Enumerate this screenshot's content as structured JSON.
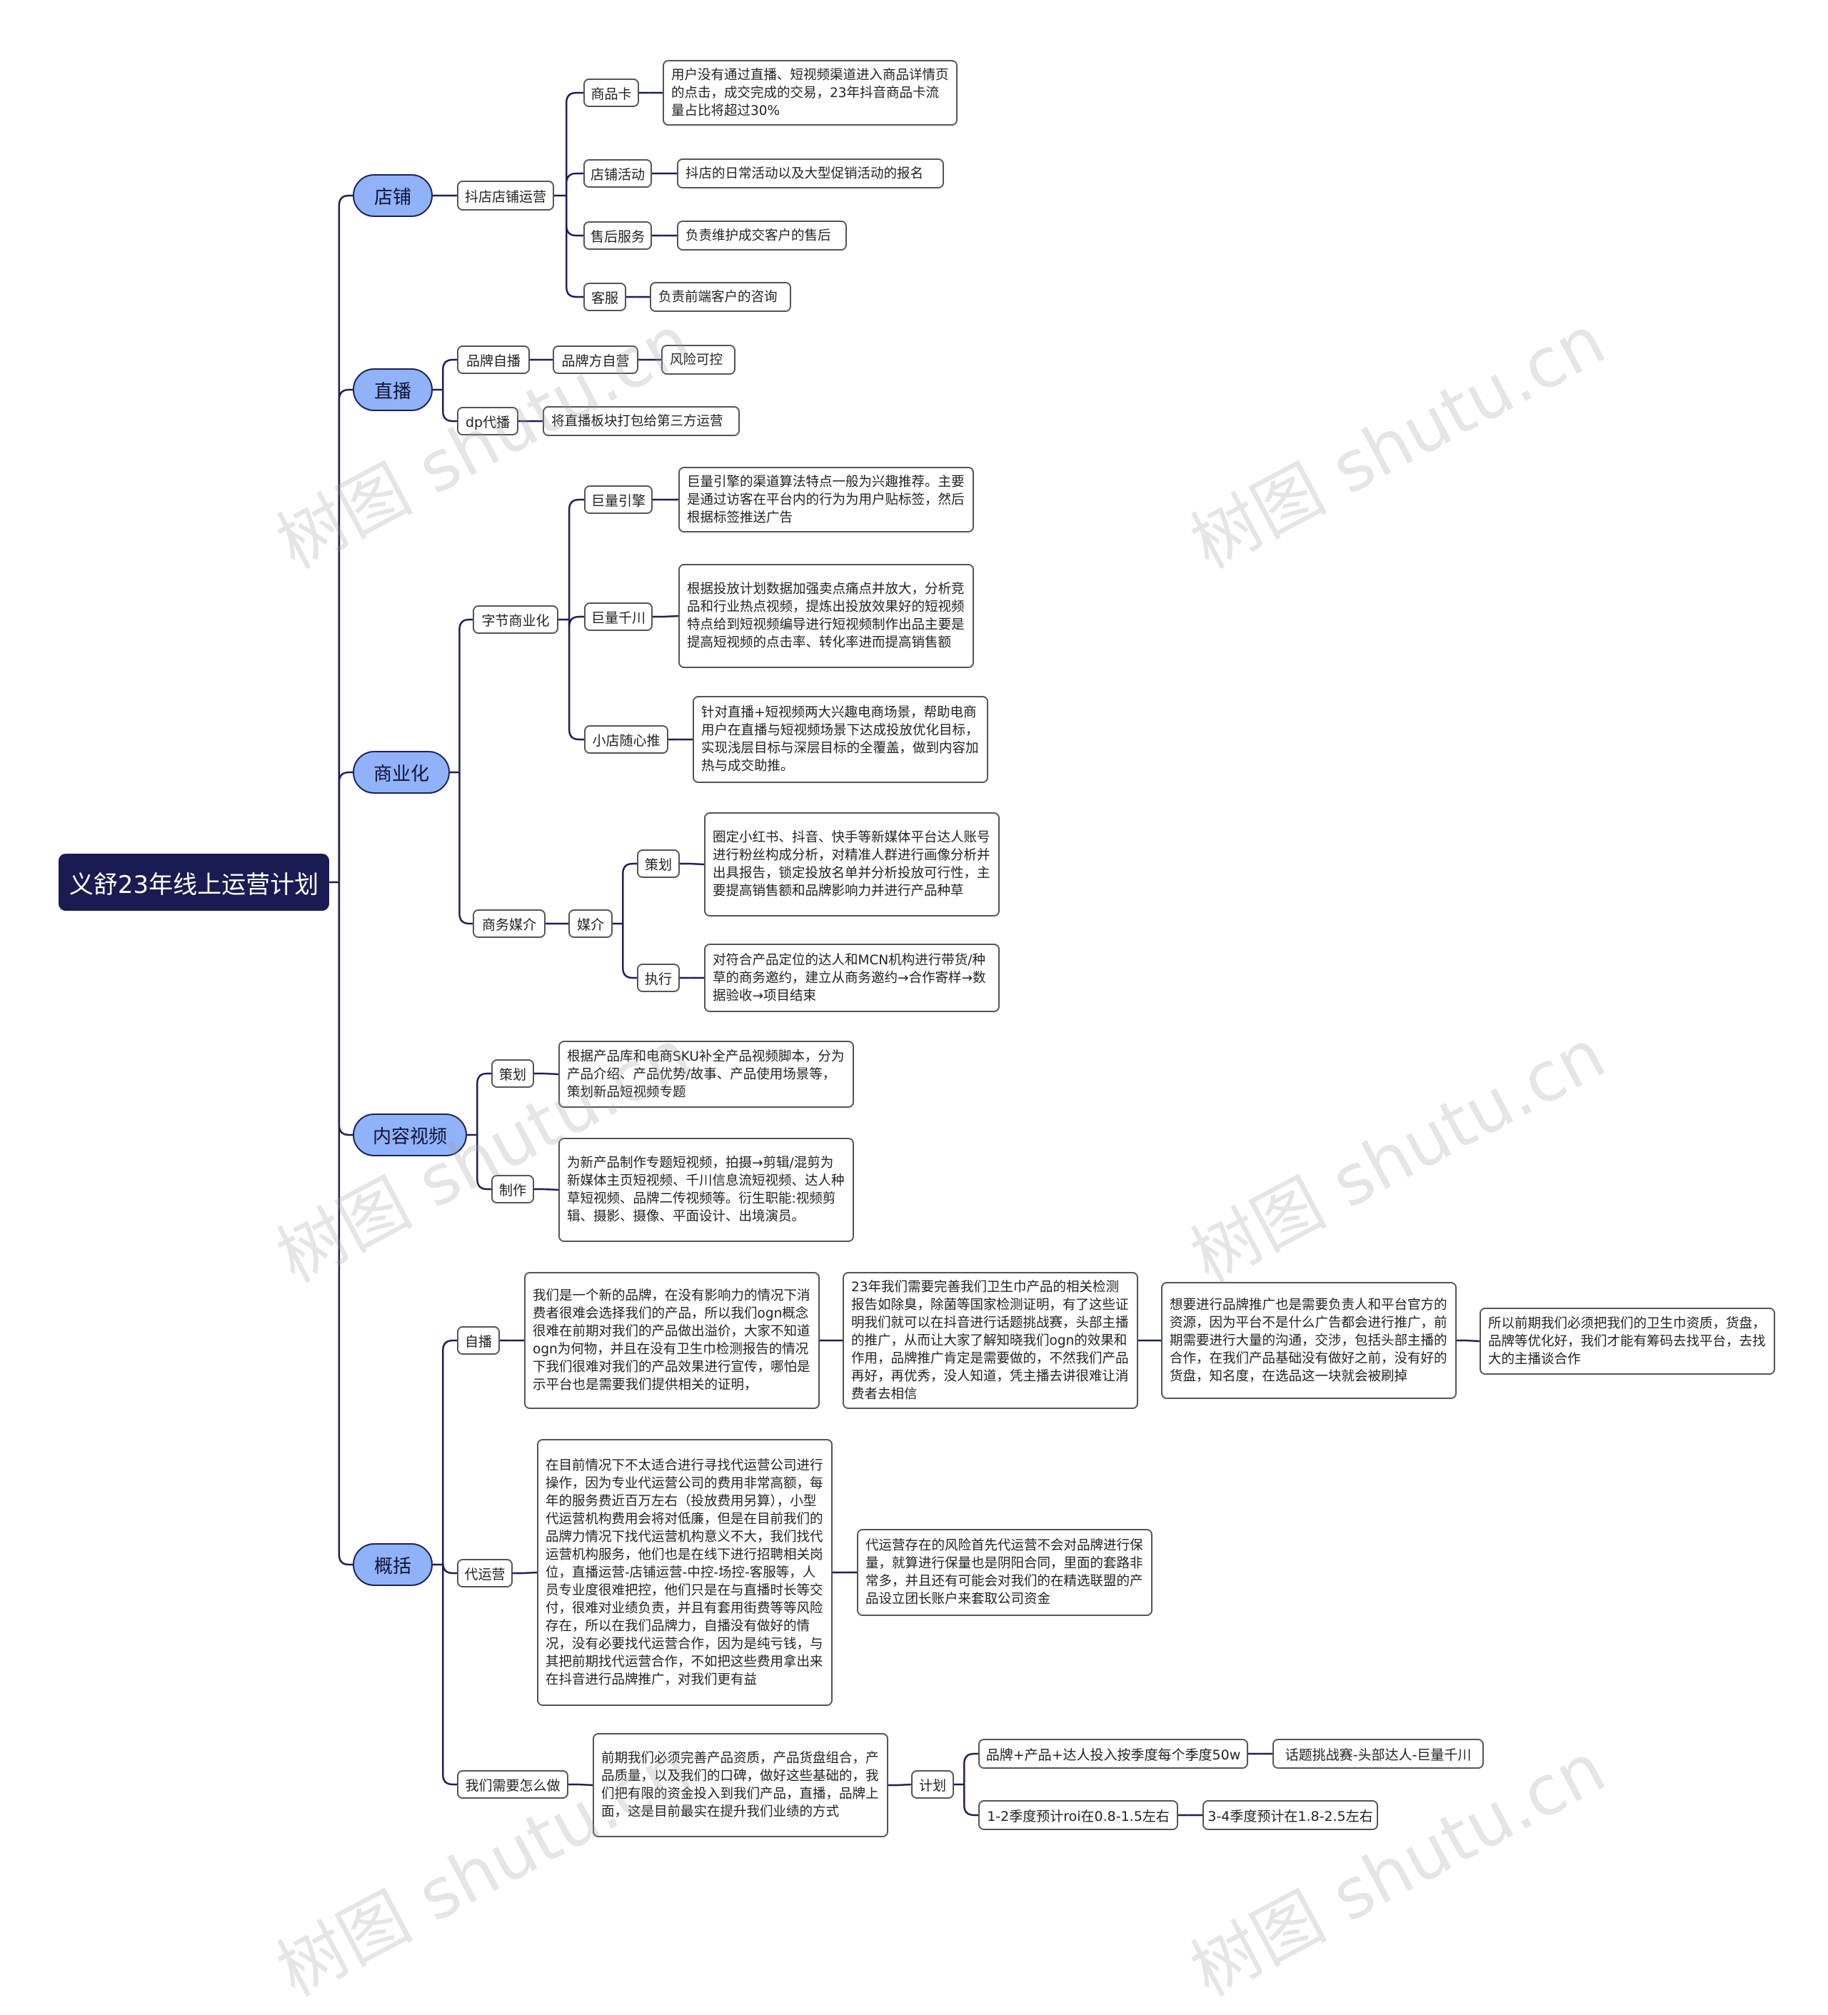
{
  "root": "义舒23年线上运营计划",
  "branches": {
    "shop": {
      "label": "店铺",
      "sub": "抖店店铺运营",
      "items": [
        {
          "label": "商品卡",
          "desc": "用户没有通过直播、短视频渠道进入商品详情页的点击，成交完成的交易，23年抖音商品卡流量占比将超过30%"
        },
        {
          "label": "店铺活动",
          "desc": "抖店的日常活动以及大型促销活动的报名"
        },
        {
          "label": "售后服务",
          "desc": "负责维护成交客户的售后"
        },
        {
          "label": "客服",
          "desc": "负责前端客户的咨询"
        }
      ]
    },
    "live": {
      "label": "直播",
      "self": {
        "label": "品牌自播",
        "mid": "品牌方自营",
        "desc": "风险可控"
      },
      "dp": {
        "label": "dp代播",
        "desc": "将直播板块打包给第三方运营"
      }
    },
    "biz": {
      "label": "商业化",
      "bytes": {
        "label": "字节商业化",
        "items": [
          {
            "label": "巨量引擎",
            "desc": "巨量引擎的渠道算法特点一般为兴趣推荐。主要是通过访客在平台内的行为为用户贴标签，然后根据标签推送广告"
          },
          {
            "label": "巨量千川",
            "desc": "根据投放计划数据加强卖点痛点并放大，分析竞品和行业热点视频，提炼出投放效果好的短视频特点给到短视频编导进行短视频制作出品主要是提高短视频的点击率、转化率进而提高销售额"
          },
          {
            "label": "小店随心推",
            "desc": "针对直播+短视频两大兴趣电商场景，帮助电商用户在直播与短视频场景下达成投放优化目标，实现浅层目标与深层目标的全覆盖，做到内容加热与成交助推。"
          }
        ]
      },
      "media": {
        "label": "商务媒介",
        "sub": "媒介",
        "items": [
          {
            "label": "策划",
            "desc": "圈定小红书、抖音、快手等新媒体平台达人账号进行粉丝构成分析，对精准人群进行画像分析并出具报告，锁定投放名单并分析投放可行性，主要提高销售额和品牌影响力并进行产品种草"
          },
          {
            "label": "执行",
            "desc": "对符合产品定位的达人和MCN机构进行带货/种草的商务邀约，建立从商务邀约→合作寄样→数据验收→项目结束"
          }
        ]
      }
    },
    "video": {
      "label": "内容视频",
      "items": [
        {
          "label": "策划",
          "desc": "根据产品库和电商SKU补全产品视频脚本，分为产品介绍、产品优势/故事、产品使用场景等，策划新品短视频专题"
        },
        {
          "label": "制作",
          "desc": "为新产品制作专题短视频，拍摄→剪辑/混剪为新媒体主页短视频、千川信息流短视频、达人种草短视频、品牌二传视频等。衍生职能:视频剪辑、摄影、摄像、平面设计、出境演员。"
        }
      ]
    },
    "summary": {
      "label": "概括",
      "self": {
        "label": "自播",
        "chain": [
          "我们是一个新的品牌，在没有影响力的情况下消费者很难会选择我们的产品，所以我们ogn概念很难在前期对我们的产品做出溢价，大家不知道ogn为何物，并且在没有卫生巾检测报告的情况下我们很难对我们的产品效果进行宣传，哪怕是示平台也是需要我们提供相关的证明，",
          "23年我们需要完善我们卫生巾产品的相关检测报告如除臭，除菌等国家检测证明，有了这些证明我们就可以在抖音进行话题挑战赛，头部主播的推广，从而让大家了解知晓我们ogn的效果和作用，品牌推广肯定是需要做的，不然我们产品再好，再优秀，没人知道，凭主播去讲很难让消费者去相信",
          "想要进行品牌推广也是需要负责人和平台官方的资源，因为平台不是什么广告都会进行推广，前期需要进行大量的沟通，交涉，包括头部主播的合作，在我们产品基础没有做好之前，没有好的货盘，知名度，在选品这一块就会被刷掉",
          "所以前期我们必须把我们的卫生巾资质，货盘，品牌等优化好，我们才能有筹码去找平台，去找大的主播谈合作"
        ]
      },
      "agency": {
        "label": "代运营",
        "chain": [
          "在目前情况下不太适合进行寻找代运营公司进行操作，因为专业代运营公司的费用非常高额，每年的服务费近百万左右（投放费用另算），小型代运营机构费用会将对低廉，但是在目前我们的品牌力情况下找代运营机构意义不大，我们找代运营机构服务，他们也是在线下进行招聘相关岗位，直播运营-店铺运营-中控-场控-客服等，人员专业度很难把控，他们只是在与直播时长等交付，很难对业绩负责，并且有套用街费等等风险存在，所以在我们品牌力，自播没有做好的情况，没有必要找代运营合作，因为是纯亏钱，与其把前期找代运营合作，不如把这些费用拿出来在抖音进行品牌推广，对我们更有益",
          "代运营存在的风险首先代运营不会对品牌进行保量，就算进行保量也是阴阳合同，里面的套路非常多，并且还有可能会对我们的在精选联盟的产品设立团长账户来套取公司资金"
        ]
      },
      "todo": {
        "label": "我们需要怎么做",
        "desc": "前期我们必须完善产品资质，产品货盘组合，产品质量，以及我们的口碑，做好这些基础的，我们把有限的资金投入到我们产品，直播，品牌上面，这是目前最实在提升我们业绩的方式",
        "plan": {
          "label": "计划",
          "rows": [
            {
              "a": "品牌+产品+达人投入按季度每个季度50w",
              "b": "话题挑战赛-头部达人-巨量千川"
            },
            {
              "a": "1-2季度预计roi在0.8-1.5左右",
              "b": "3-4季度预计在1.8-2.5左右"
            }
          ]
        }
      }
    }
  },
  "watermark": "树图 shutu.cn",
  "colors": {
    "root_bg": "#191b52",
    "branch_bg": "#8fb2f8",
    "line": "#1d1f55",
    "box_border": "#555555"
  }
}
